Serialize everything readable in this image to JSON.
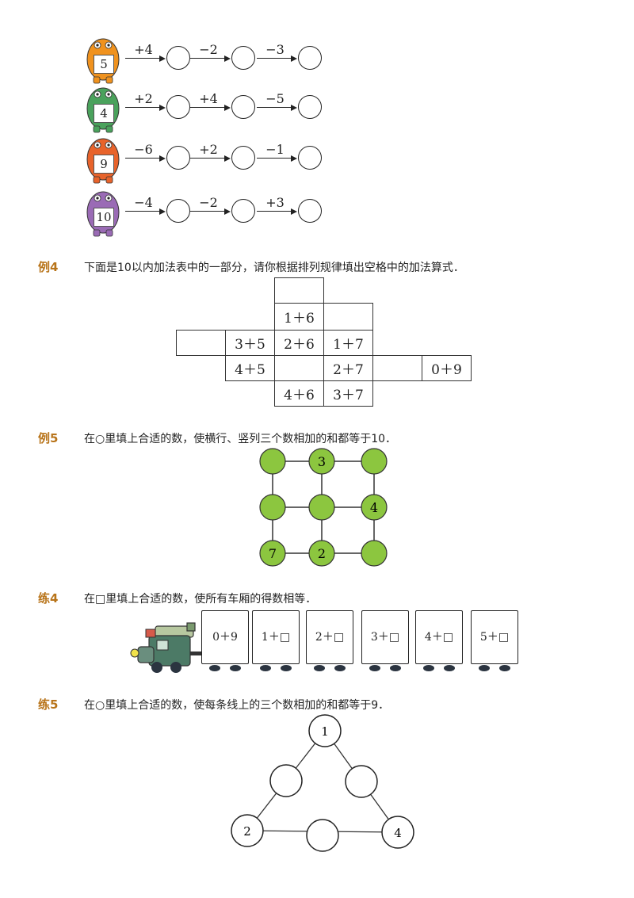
{
  "chains": [
    {
      "start": "5",
      "ops": [
        "+4",
        "−2",
        "−3"
      ],
      "color": "#f0921e"
    },
    {
      "start": "4",
      "ops": [
        "+2",
        "+4",
        "−5"
      ],
      "color": "#4aa25c"
    },
    {
      "start": "9",
      "ops": [
        "−6",
        "+2",
        "−1"
      ],
      "color": "#e8632b"
    },
    {
      "start": "10",
      "ops": [
        "−4",
        "−2",
        "+3"
      ],
      "color": "#9a6bb5"
    }
  ],
  "ex4": {
    "label": "例4",
    "text": "下面是10以内加法表中的一部分，请你根据排列规律填出空格中的加法算式．",
    "cells": {
      "r1c3": "1＋6",
      "r2c2": "3＋5",
      "r2c3": "2＋6",
      "r2c4": "1＋7",
      "r3c2": "4＋5",
      "r3c4": "2＋7",
      "r3c6": "0＋9",
      "r4c3": "4＋6",
      "r4c4": "3＋7"
    }
  },
  "ex5": {
    "label": "例5",
    "text": "在○里填上合适的数，使横行、竖列三个数相加的和都等于10．",
    "grid": [
      "",
      "3",
      "",
      "",
      "",
      "4",
      "7",
      "2",
      ""
    ],
    "node_color": "#8cc63f"
  },
  "pr4": {
    "label": "练4",
    "text": "在□里填上合适的数，使所有车厢的得数相等．",
    "cars": [
      "0＋9",
      "1＋□",
      "2＋□",
      "3＋□",
      "4＋□",
      "5＋□"
    ]
  },
  "pr5": {
    "label": "练5",
    "text": "在○里填上合适的数，使每条线上的三个数相加的和都等于9．",
    "top": "1",
    "left": "2",
    "right": "4"
  }
}
